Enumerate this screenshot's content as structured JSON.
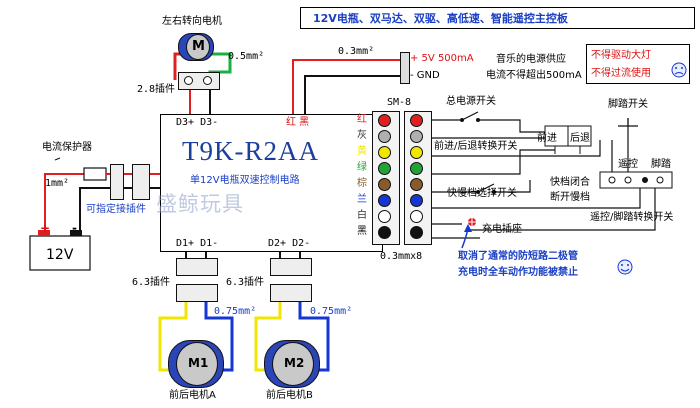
{
  "title": "12V电瓶、双马达、双驱、高低速、智能遥控主控板",
  "top_motor": {
    "label": "左右转向电机",
    "symbol": "M",
    "wire_size": "0.5mm²"
  },
  "plug_28": "2.8插件",
  "d3_labels": "D3+ D3-",
  "power_out": {
    "wire_size": "0.3mm²",
    "plus": "+ 5V  500mA",
    "gnd": "- GND",
    "note1": "音乐的电源供应",
    "note2": "电流不得超出500mA"
  },
  "warn": {
    "line1": "不得驱动大灯",
    "line2": "不得过流使用"
  },
  "board": {
    "model": "T9K-R2AA",
    "subtitle": "单12V电瓶双速控制电路",
    "red_black": "红  黑"
  },
  "watermark": "盛鲸玩具",
  "protector": {
    "label": "电流保护器",
    "wire_size": "1mm²"
  },
  "battery": {
    "label": "12V",
    "plus": "+",
    "minus": "-"
  },
  "replaceable_plug": "可指定接插件",
  "connector": {
    "name": "SM-8",
    "gauge": "0.3mmx8",
    "pins": [
      "红",
      "灰",
      "黄",
      "绿",
      "棕",
      "兰",
      "白",
      "黑"
    ],
    "pin_colors": [
      "#e02020",
      "#b0b0b0",
      "#f2e600",
      "#21a336",
      "#8a5a2b",
      "#1636d4",
      "#ffffff",
      "#111111"
    ]
  },
  "switches": {
    "main_power": "总电源开关",
    "fwd_rev": "前进/后退转换开关",
    "fwd": "前进",
    "rev": "后退",
    "foot": "脚踏开关",
    "remote": "遥控",
    "pedal": "脚踏",
    "fast_closed": "快档闭合",
    "slow_open": "断开慢档",
    "speed_select": "快慢档选择开关",
    "remote_pedal": "遥控/脚踏转换开关",
    "charge": "充电插座",
    "diode_note": "取消了通常的防短路二极管",
    "charge_note": "充电时全车动作功能被禁止"
  },
  "d1": {
    "labels": "D1+  D1-",
    "plug": "6.3插件",
    "wire_size": "0.75mm²",
    "motor": "M1",
    "caption": "前后电机A"
  },
  "d2": {
    "labels": "D2+  D2-",
    "plug": "6.3插件",
    "wire_size": "0.75mm²",
    "motor": "M2",
    "caption": "前后电机B"
  }
}
